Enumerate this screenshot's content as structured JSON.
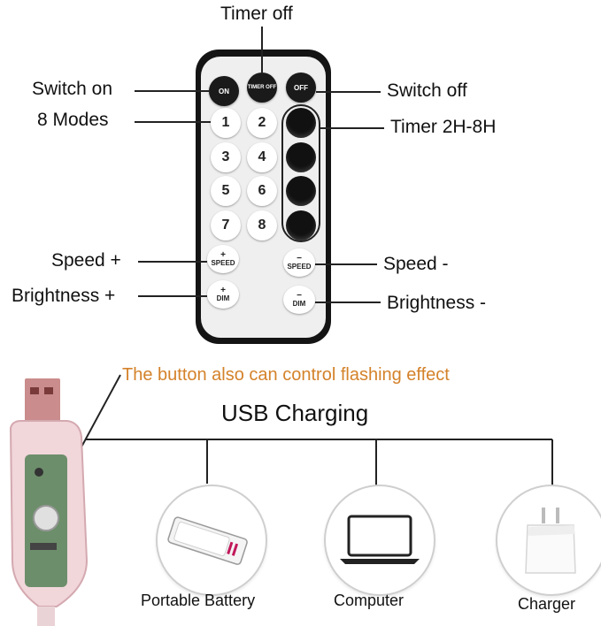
{
  "remote": {
    "row0": {
      "on": "ON",
      "timer": "TIMER OFF",
      "off": "OFF"
    },
    "numbers": [
      "1",
      "2",
      "3",
      "4",
      "5",
      "6",
      "7",
      "8"
    ],
    "speed_plus": {
      "sign": "+",
      "text": "SPEED"
    },
    "speed_minus": {
      "sign": "−",
      "text": "SPEED"
    },
    "dim_plus": {
      "sign": "+",
      "text": "DIM"
    },
    "dim_minus": {
      "sign": "−",
      "text": "DIM"
    }
  },
  "labels": {
    "timer_off": "Timer off",
    "switch_on": "Switch on",
    "modes": "8 Modes",
    "switch_off": "Switch off",
    "timer_range": "Timer 2H-8H",
    "speed_plus": "Speed +",
    "speed_minus": "Speed -",
    "brightness_plus": "Brightness +",
    "brightness_minus": "Brightness -"
  },
  "note": "The button also can control flashing effect",
  "usb_title": "USB Charging",
  "devices": [
    "Portable Battery",
    "Computer",
    "Charger"
  ],
  "colors": {
    "note": "#d4822a"
  }
}
